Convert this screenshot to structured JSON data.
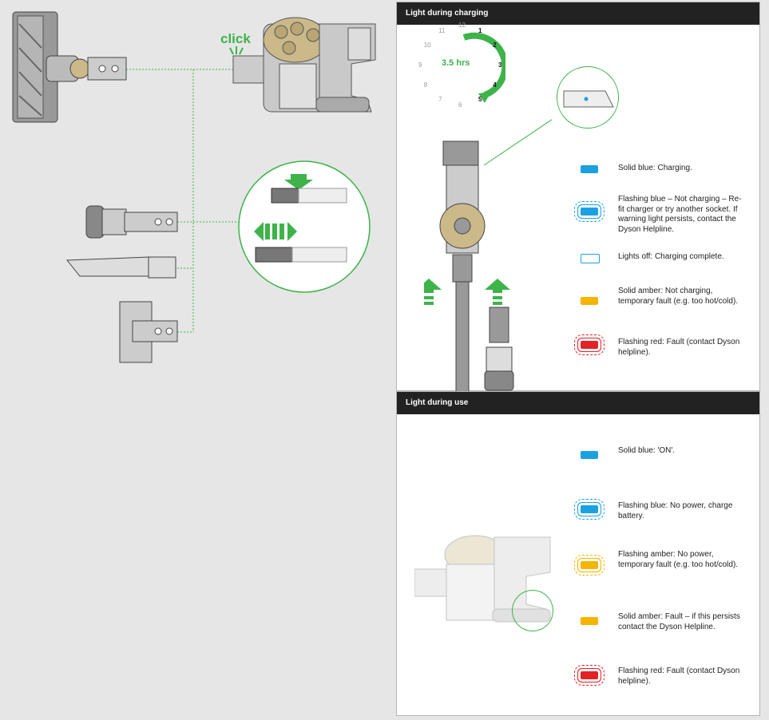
{
  "click_label": "click",
  "charging": {
    "title": "Light during charging",
    "duration": "3.5 hrs",
    "clock_numbers": [
      "12",
      "1",
      "2",
      "3",
      "4",
      "5",
      "6",
      "7",
      "8",
      "9",
      "10",
      "11"
    ],
    "items": [
      {
        "text": "Solid blue: Charging.",
        "color": "#1ba1e2",
        "style": "solid"
      },
      {
        "text": "Flashing blue – Not charging – Re-fit charger or try another socket. If warning light persists, contact the Dyson Helpline.",
        "color": "#1ba1e2",
        "style": "flashing"
      },
      {
        "text": "Lights off: Charging complete.",
        "color": "#1ba1e2",
        "style": "off"
      },
      {
        "text": "Solid amber: Not charging, temporary fault (e.g. too hot/cold).",
        "color": "#f5b400",
        "style": "solid"
      },
      {
        "text": "Flashing red: Fault (contact Dyson helpline).",
        "color": "#e32227",
        "style": "flashing"
      }
    ]
  },
  "use": {
    "title": "Light during use",
    "items": [
      {
        "text": "Solid blue: 'ON'.",
        "color": "#1ba1e2",
        "style": "solid"
      },
      {
        "text": "Flashing blue: No power, charge battery.",
        "color": "#1ba1e2",
        "style": "flashing"
      },
      {
        "text": "Flashing amber: No power, temporary fault (e.g. too hot/cold).",
        "color": "#f5b400",
        "style": "flashing"
      },
      {
        "text": "Solid amber: Fault – if this persists contact the Dyson Helpline.",
        "color": "#f5b400",
        "style": "solid"
      },
      {
        "text": "Flashing red: Fault (contact Dyson helpline).",
        "color": "#e32227",
        "style": "flashing"
      }
    ]
  },
  "colors": {
    "accent_green": "#3db34a",
    "dark": "#222222"
  }
}
